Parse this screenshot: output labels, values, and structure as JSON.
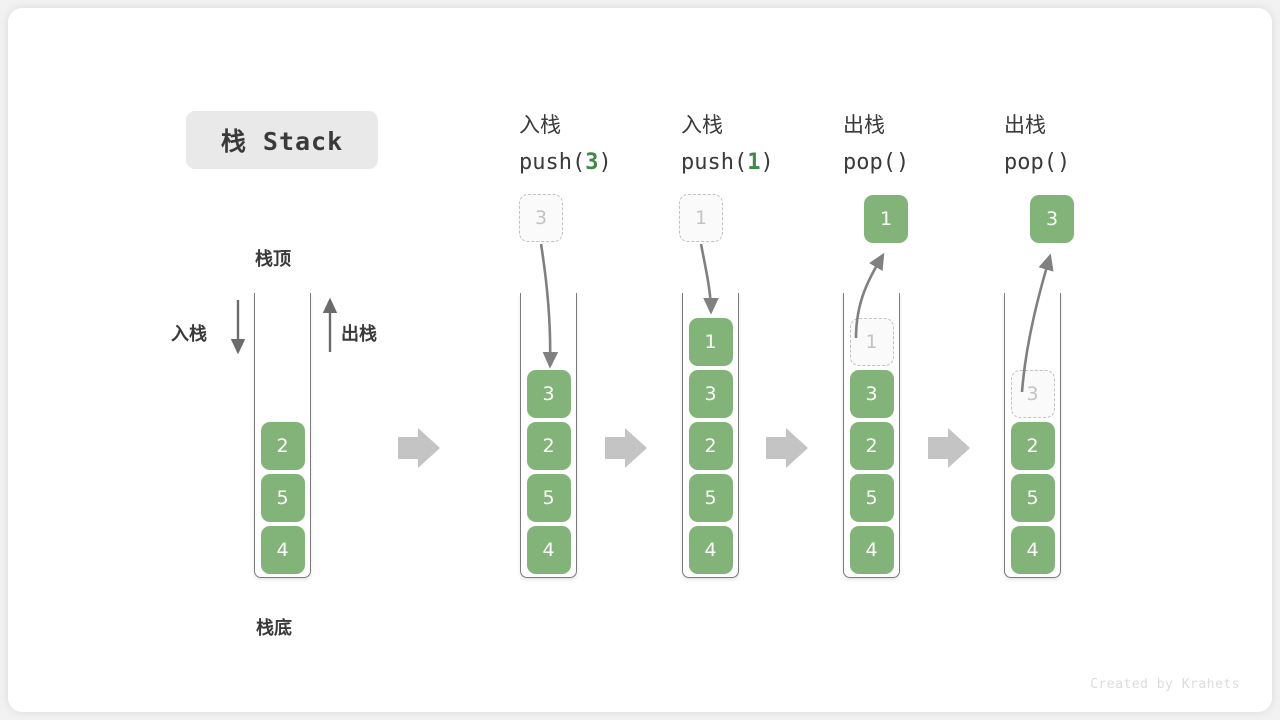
{
  "title": {
    "badge": "栈 Stack"
  },
  "labels": {
    "top": "栈顶",
    "bottom": "栈底",
    "push": "入栈",
    "pop": "出栈"
  },
  "footer": "Created by Krahets",
  "colors": {
    "cell_green": "#82b378",
    "accent_green": "#3c8a45",
    "ghost_border": "#c2c2c2",
    "ghost_text": "#c3c3c3",
    "arrow_gray": "#808080",
    "chevron_gray": "#c4c4c4",
    "text_dark": "#3a3a3a",
    "badge_bg": "#e9e9e9",
    "card_bg": "#ffffff",
    "page_bg": "#f2f2f2"
  },
  "columns": [
    {
      "id": "initial",
      "head_zh": "",
      "head_code_prefix": "",
      "head_code_arg": "",
      "head_code_suffix": "",
      "stack": [
        "4",
        "5",
        "2"
      ],
      "ghost_in_stack": null,
      "float_box": null,
      "float_box_kind": null
    },
    {
      "id": "push-3",
      "head_zh": "入栈",
      "head_code_prefix": "push(",
      "head_code_arg": "3",
      "head_code_suffix": ")",
      "stack": [
        "4",
        "5",
        "2",
        "3"
      ],
      "ghost_in_stack": null,
      "float_box": "3",
      "float_box_kind": "ghost"
    },
    {
      "id": "push-1",
      "head_zh": "入栈",
      "head_code_prefix": "push(",
      "head_code_arg": "1",
      "head_code_suffix": ")",
      "stack": [
        "4",
        "5",
        "2",
        "3",
        "1"
      ],
      "ghost_in_stack": null,
      "float_box": "1",
      "float_box_kind": "ghost"
    },
    {
      "id": "pop-1",
      "head_zh": "出栈",
      "head_code_prefix": "pop(",
      "head_code_arg": "",
      "head_code_suffix": ")",
      "stack": [
        "4",
        "5",
        "2",
        "3"
      ],
      "ghost_in_stack": "1",
      "float_box": "1",
      "float_box_kind": "solid"
    },
    {
      "id": "pop-3",
      "head_zh": "出栈",
      "head_code_prefix": "pop(",
      "head_code_arg": "",
      "head_code_suffix": ")",
      "stack": [
        "4",
        "5",
        "2"
      ],
      "ghost_in_stack": "3",
      "float_box": "3",
      "float_box_kind": "solid"
    }
  ],
  "cells": {
    "c0_2": "2",
    "c0_5": "5",
    "c0_4": "4",
    "c1_3": "3",
    "c1_2": "2",
    "c1_5": "5",
    "c1_4": "4",
    "c2_1": "1",
    "c2_3": "3",
    "c2_2": "2",
    "c2_5": "5",
    "c2_4": "4",
    "c3_g1": "1",
    "c3_3": "3",
    "c3_2": "2",
    "c3_5": "5",
    "c3_4": "4",
    "c4_g3": "3",
    "c4_2": "2",
    "c4_5": "5",
    "c4_4": "4",
    "f1": "3",
    "f2": "1",
    "f3": "1",
    "f4": "3"
  },
  "heads": {
    "h1_zh": "入栈",
    "h1_pre": "push(",
    "h1_arg": "3",
    "h1_suf": ")",
    "h2_zh": "入栈",
    "h2_pre": "push(",
    "h2_arg": "1",
    "h2_suf": ")",
    "h3_zh": "出栈",
    "h3_pre": "pop(",
    "h3_arg": "",
    "h3_suf": ")",
    "h4_zh": "出栈",
    "h4_pre": "pop(",
    "h4_arg": "",
    "h4_suf": ")"
  }
}
